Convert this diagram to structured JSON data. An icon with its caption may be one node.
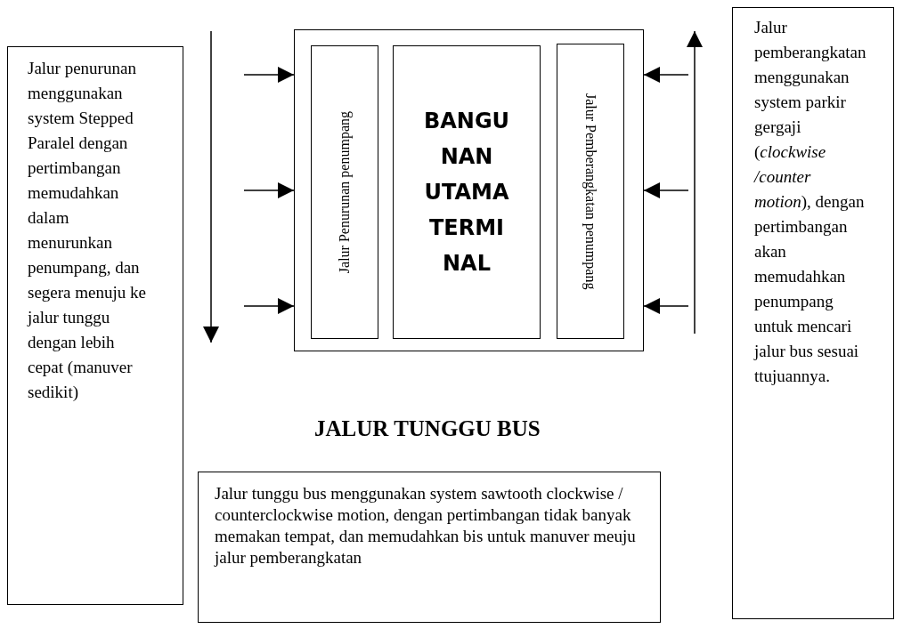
{
  "diagram": {
    "nodes": [
      {
        "text": [
          "Jalur penurunan menggunakan system Stepped Paralel dengan pertimbangan memudahkan dalam menurunkan penumpang, dan segera menuju ke jalur tunggu dengan lebih cepat (manuver sedikit)"
        ]
      },
      {
        "text": [],
        "shape": "box"
      },
      {
        "text": [
          "Jalur Penurunan penumpang"
        ],
        "in": 1
      },
      {
        "text": [
          "BANGU NAN UTAMA TERMI NAL"
        ],
        "in": 1
      },
      {
        "text": [
          "Jalur Pemberangkatan penumpang"
        ],
        "in": 1
      },
      {
        "text": [
          "Jalur pemberangkatan menggunakan system parkir gergaji (*clockwise /counter motion*), dengan pertimbangan akan memudahkan penumpang untuk mencari jalur bus sesuai ttujuannya."
        ]
      },
      {
        "text": [
          "Jalur tunggu bus menggunakan system sawtooth clockwise / counterclockwise motion, dengan pertimbangan tidak banyak memakan tempat, dan memudahkan bis untuk manuver meuju jalur pemberangkatan"
        ]
      }
    ],
    "edges": [
      {
        "from": null,
        "to": 1,
        "arrow": "to"
      },
      {
        "from": null,
        "to": 1,
        "arrow": "to"
      },
      {
        "from": null,
        "to": 1,
        "arrow": "to"
      },
      {
        "from": null,
        "to": 1,
        "arrow": "to"
      },
      {
        "from": null,
        "to": 1,
        "arrow": "to"
      },
      {
        "from": null,
        "to": 1,
        "arrow": "to"
      }
    ],
    "labels": [
      "JALUR TUNGGU BUS"
    ]
  }
}
